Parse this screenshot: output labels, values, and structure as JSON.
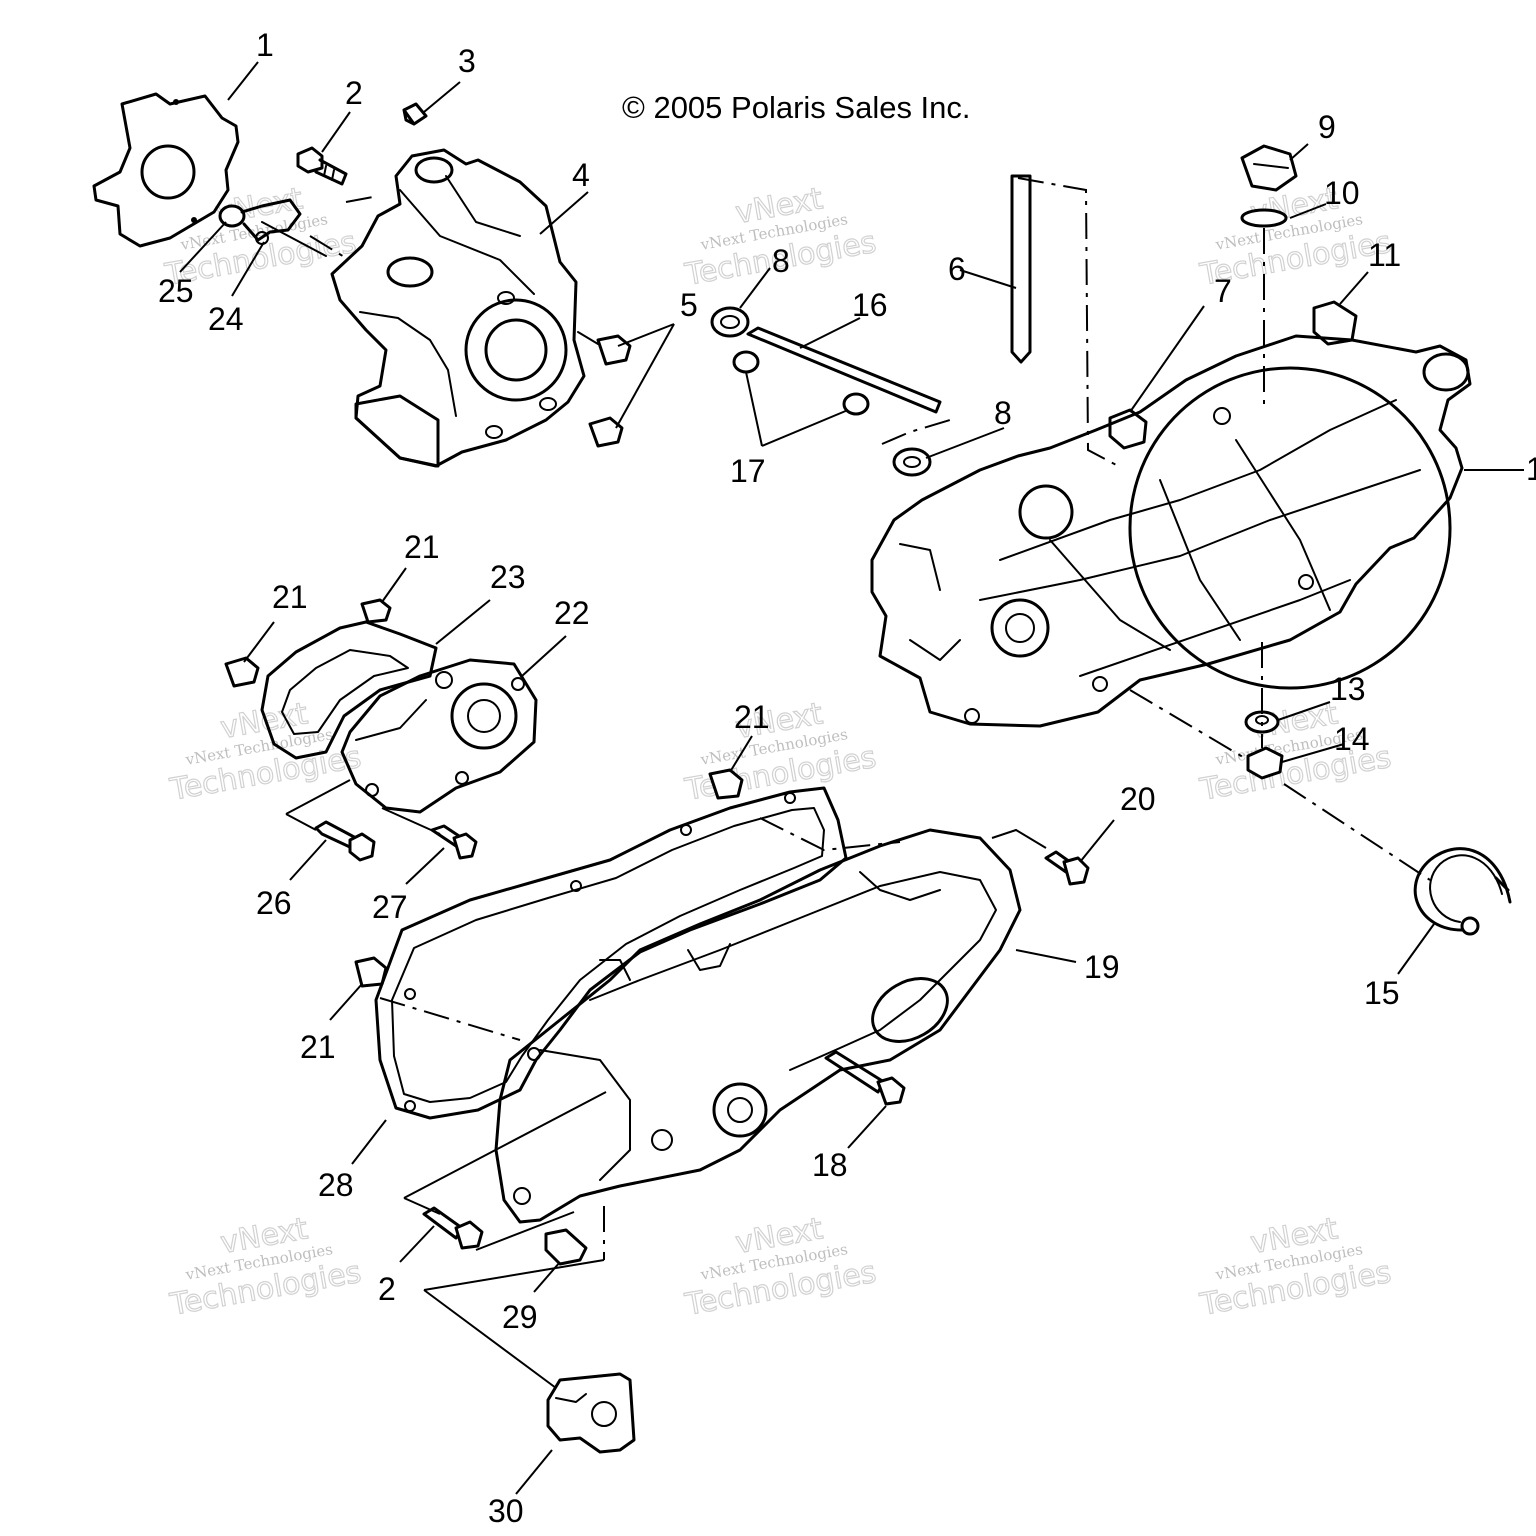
{
  "copyright": "© 2005 Polaris Sales Inc.",
  "watermark": {
    "small": "vNext Technologies",
    "large_top": "vNext",
    "large_bottom": "Technologies"
  },
  "callouts": [
    "1",
    "2",
    "3",
    "4",
    "5",
    "6",
    "7",
    "8",
    "9",
    "10",
    "11",
    "13",
    "14",
    "15",
    "16",
    "17",
    "18",
    "19",
    "20",
    "21",
    "22",
    "23",
    "24",
    "25",
    "26",
    "27",
    "28",
    "29",
    "30"
  ],
  "colors": {
    "line": "#000000",
    "background": "#ffffff",
    "watermark": "#8a8a8a"
  }
}
